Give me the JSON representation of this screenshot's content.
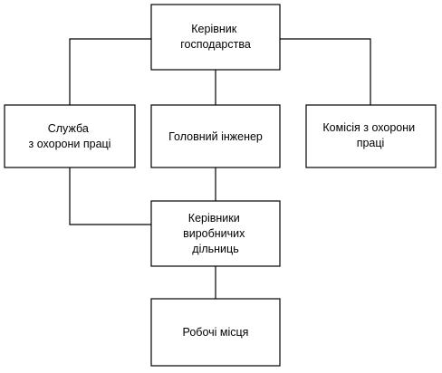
{
  "nodes": [
    {
      "id": "manager",
      "lines": [
        "Керівник",
        "господарства"
      ]
    },
    {
      "id": "labor-safety-service",
      "lines": [
        "Служба",
        "з охорони праці"
      ]
    },
    {
      "id": "chief-engineer",
      "lines": [
        "Головний інженер"
      ]
    },
    {
      "id": "labor-safety-commission",
      "lines": [
        "Комісія з охорони",
        "праці"
      ]
    },
    {
      "id": "production-site-managers",
      "lines": [
        "Керівники",
        "виробничих",
        "дільниць"
      ]
    },
    {
      "id": "workplaces",
      "lines": [
        "Робочі місця"
      ]
    }
  ],
  "edges": [
    {
      "from": "manager",
      "to": "labor-safety-service"
    },
    {
      "from": "manager",
      "to": "chief-engineer"
    },
    {
      "from": "manager",
      "to": "labor-safety-commission"
    },
    {
      "from": "chief-engineer",
      "to": "production-site-managers"
    },
    {
      "from": "labor-safety-service",
      "to": "production-site-managers"
    },
    {
      "from": "production-site-managers",
      "to": "workplaces"
    }
  ]
}
